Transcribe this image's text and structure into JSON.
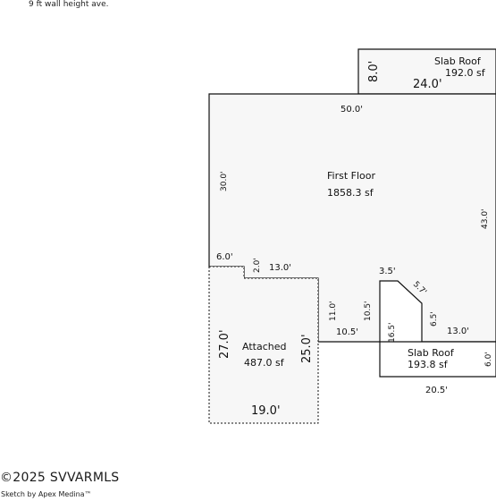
{
  "header": {
    "wall_note": "9 ft wall height ave."
  },
  "sketch": {
    "areas": {
      "slab_roof_top": {
        "name": "Slab Roof",
        "size": "192.0 sf"
      },
      "first_floor": {
        "name": "First Floor",
        "size": "1858.3 sf"
      },
      "attached": {
        "name": "Attached",
        "size": "487.0 sf"
      },
      "slab_roof_bottom": {
        "name": "Slab Roof",
        "size": "193.8 sf"
      }
    },
    "dimensions": {
      "top_slab_height": "8.0'",
      "top_slab_width": "24.0'",
      "floor_width": "50.0'",
      "floor_left_height": "30.0'",
      "floor_right_height": "43.0'",
      "left_step": "6.0'",
      "small_step": "2.0'",
      "mid_run": "13.0'",
      "attached_left": "27.0'",
      "attached_right": "25.0'",
      "attached_bottom": "19.0'",
      "notch_left_drop": "11.0'",
      "notch_run": "10.5'",
      "notch_right_rise": "10.5'",
      "slab_top_run": "3.5'",
      "slab_diag": "5.7'",
      "slab_left": "16.5'",
      "slab_inner_drop": "6.5'",
      "slab_inner_run": "13.0'",
      "slab_right": "6.0'",
      "slab_bottom": "20.5'"
    }
  },
  "footer": {
    "copyright": "©2025 SVVARMLS",
    "credit": "Sketch by Apex Medina™"
  }
}
